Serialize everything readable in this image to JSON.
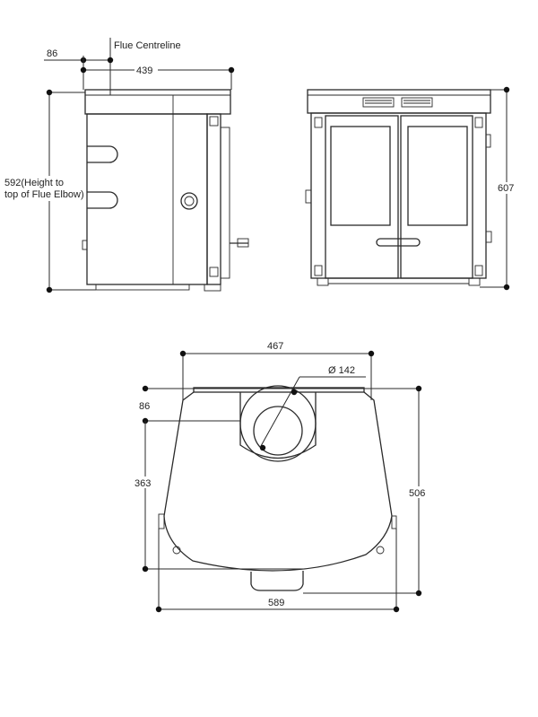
{
  "labels": {
    "flue_centreline": "Flue Centreline",
    "height_to_flue_line1": "592(Height to",
    "height_to_flue_line2": "top of Flue Elbow)"
  },
  "dimensions": {
    "side_flue_offset": "86",
    "side_depth": "439",
    "front_height": "607",
    "plan_width_top": "467",
    "plan_flue_diameter": "Ø 142",
    "plan_flue_offset": "86",
    "plan_depth_partial": "363",
    "plan_depth_total": "506",
    "plan_width_total": "589"
  },
  "colors": {
    "line": "#2a2a2a",
    "background": "#ffffff"
  }
}
